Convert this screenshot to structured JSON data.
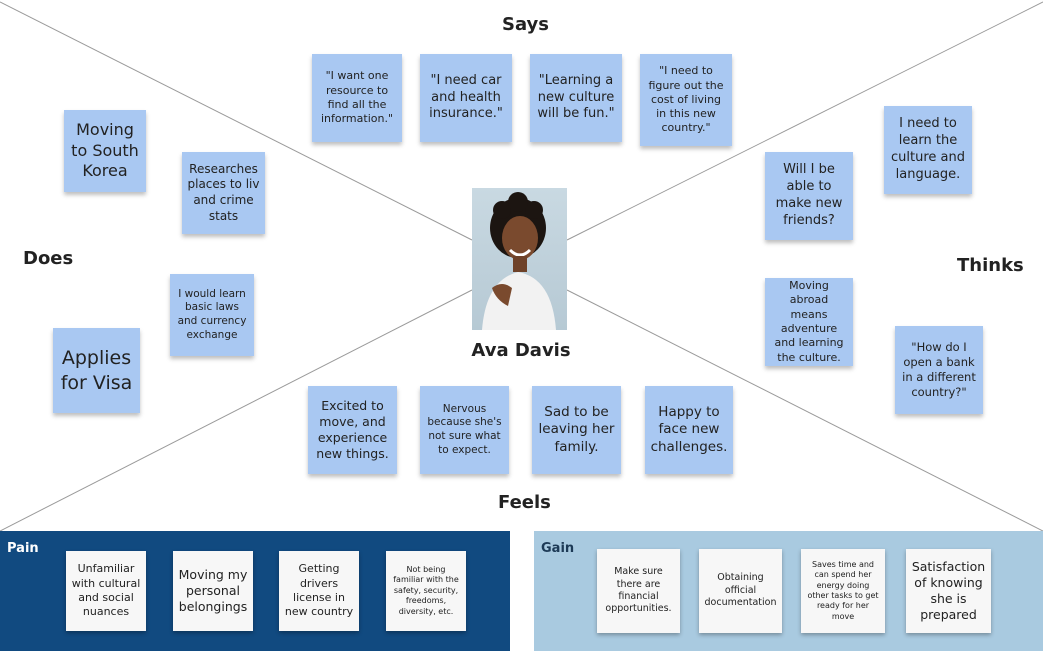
{
  "quadrants": {
    "says": "Says",
    "does": "Does",
    "thinks": "Thinks",
    "feels": "Feels"
  },
  "persona": {
    "name": "Ava Davis"
  },
  "says_notes": [
    "\"I want one resource to find all the information.\"",
    "\"I need car and health insurance.\"",
    "\"Learning a new culture will be fun.\"",
    "\"I need to figure out the cost of living in this new country.\""
  ],
  "does_notes": [
    "Moving to South Korea",
    "Researches places to liv and crime stats",
    "I would learn basic laws and currency exchange",
    "Applies for Visa"
  ],
  "thinks_notes": [
    "I need to learn the culture and language.",
    "Will I be able to make new friends?",
    "Moving abroad means adventure and learning the culture.",
    "\"How do I open a bank in a different country?\""
  ],
  "feels_notes": [
    "Excited to move, and experience new things.",
    "Nervous because she's not sure what to expect.",
    "Sad to be leaving her family.",
    "Happy to face new challenges."
  ],
  "pain": {
    "title": "Pain",
    "notes": [
      "Unfamiliar with cultural and social nuances",
      "Moving my personal belongings",
      "Getting drivers license in new country",
      "Not being familiar with the safety, security, freedoms, diversity, etc."
    ]
  },
  "gain": {
    "title": "Gain",
    "notes": [
      "Make sure there are financial opportunities.",
      "Obtaining official documentation",
      "Saves time and can spend her energy doing other tasks to get ready for her move",
      "Satisfaction of knowing she is prepared"
    ]
  },
  "colors": {
    "sticky_blue": "#a9c8f2",
    "pain_panel": "#114a80",
    "gain_panel": "#a9cae0",
    "sticky_white": "#f7f7f7",
    "divider_lines": "#9a9a9a"
  }
}
